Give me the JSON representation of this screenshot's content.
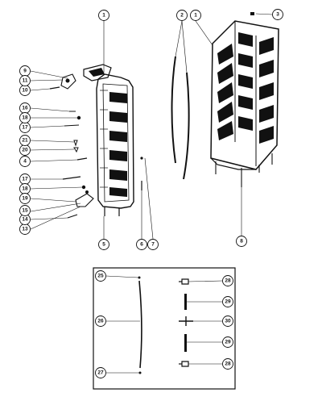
{
  "callouts": [
    {
      "id": "c1a",
      "label": "1"
    },
    {
      "id": "c1b",
      "label": "1"
    },
    {
      "id": "c2",
      "label": "2"
    },
    {
      "id": "c3",
      "label": "3"
    },
    {
      "id": "c4",
      "label": "4"
    },
    {
      "id": "c5",
      "label": "5"
    },
    {
      "id": "c6",
      "label": "6"
    },
    {
      "id": "c7",
      "label": "7"
    },
    {
      "id": "c8",
      "label": "8"
    },
    {
      "id": "c9",
      "label": "9"
    },
    {
      "id": "c10",
      "label": "10"
    },
    {
      "id": "c11",
      "label": "11"
    },
    {
      "id": "c13",
      "label": "13"
    },
    {
      "id": "c14",
      "label": "14"
    },
    {
      "id": "c15",
      "label": "15"
    },
    {
      "id": "c16",
      "label": "16"
    },
    {
      "id": "c17a",
      "label": "17"
    },
    {
      "id": "c17b",
      "label": "17"
    },
    {
      "id": "c18a",
      "label": "18"
    },
    {
      "id": "c18b",
      "label": "18"
    },
    {
      "id": "c19a",
      "label": "19"
    },
    {
      "id": "c19b",
      "label": "19"
    },
    {
      "id": "c20",
      "label": "20"
    },
    {
      "id": "c21",
      "label": "21"
    },
    {
      "id": "c25",
      "label": "25"
    },
    {
      "id": "c26",
      "label": "26"
    },
    {
      "id": "c27",
      "label": "27"
    },
    {
      "id": "c28a",
      "label": "28"
    },
    {
      "id": "c28b",
      "label": "28"
    },
    {
      "id": "c29a",
      "label": "29"
    },
    {
      "id": "c29b",
      "label": "29"
    },
    {
      "id": "c30",
      "label": "30"
    }
  ]
}
